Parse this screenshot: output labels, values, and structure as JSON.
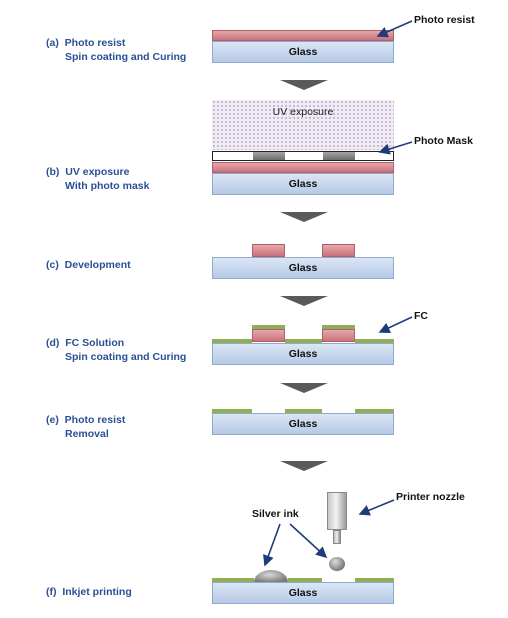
{
  "steps": {
    "a": {
      "label": "(a)  Photo resist",
      "sub": "Spin coating and Curing"
    },
    "b": {
      "label": "(b)  UV exposure",
      "sub": "With photo mask"
    },
    "c": {
      "label": "(c)  Development",
      "sub": ""
    },
    "d": {
      "label": "(d)  FC Solution",
      "sub": "Spin coating and Curing"
    },
    "e": {
      "label": "(e)  Photo resist",
      "sub": "Removal"
    },
    "f": {
      "label": "(f)  Inkjet printing",
      "sub": ""
    }
  },
  "glass_label": "Glass",
  "uv_label": "UV exposure",
  "callouts": {
    "photo_resist": "Photo resist",
    "photo_mask": "Photo Mask",
    "fc": "FC",
    "printer_nozzle": "Printer nozzle",
    "silver_ink": "Silver ink"
  },
  "colors": {
    "label_blue": "#2b4f93",
    "photo_resist": "#d98a92",
    "fc": "#8fae55",
    "glass": "#c4d5ec",
    "arrow": "#5a5a5a"
  }
}
